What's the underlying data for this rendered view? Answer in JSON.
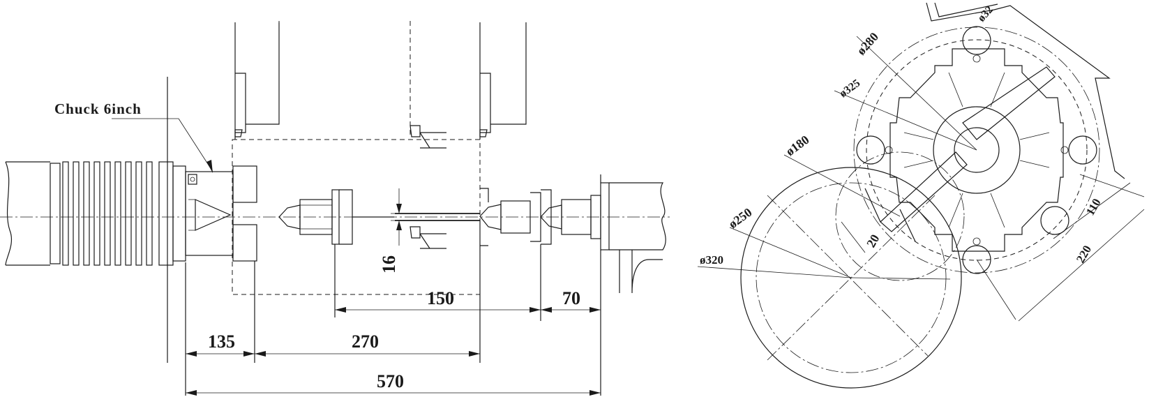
{
  "labels": {
    "chuck": "Chuck 6inch"
  },
  "dimensions": {
    "d135": "135",
    "d270": "270",
    "d570": "570",
    "d150": "150",
    "d70": "70",
    "d16": "16"
  },
  "turret": {
    "dia_32": "ø32",
    "dia_280": "ø280",
    "dia_325": "ø325",
    "dia_180": "ø180",
    "dia_250": "ø250",
    "dia_320": "ø320",
    "d20": "20",
    "d110": "110",
    "d220": "220"
  }
}
